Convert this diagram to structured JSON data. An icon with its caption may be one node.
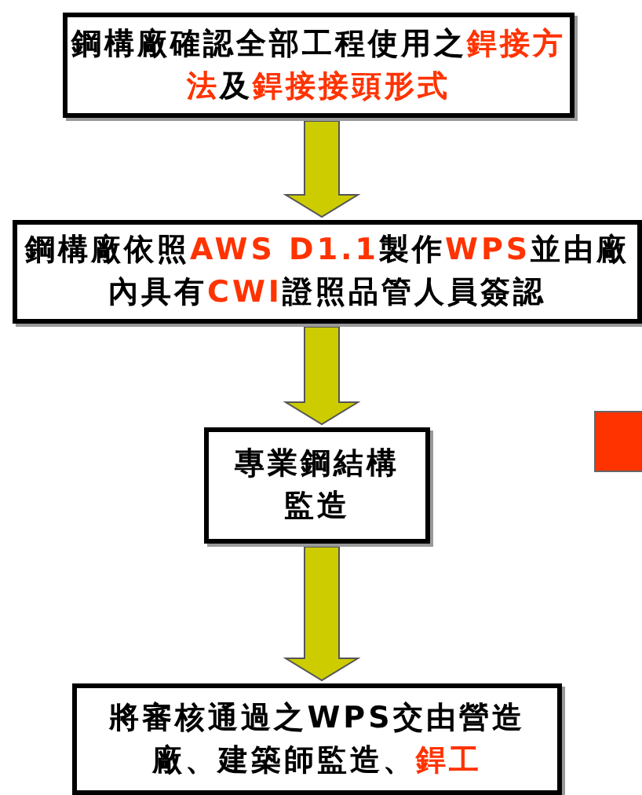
{
  "diagram": {
    "nodes": [
      {
        "text": [
          "鋼構廠確認全部工程使用之**銲接方法**及**銲接接頭形式**"
        ]
      },
      {
        "text": [
          "鋼構廠依照**AWS D1.1**製作**WPS**並由廠內具有**CWI**證照品管人員簽認"
        ]
      },
      {
        "text": [
          "專業鋼結構監造"
        ]
      },
      {
        "text": [
          "將審核通過之WPS交由營造廠、建築師監造、**銲工**"
        ]
      }
    ],
    "edges": [
      {
        "from": 0,
        "to": 1,
        "arrow": "to"
      },
      {
        "from": 1,
        "to": 2,
        "arrow": "to"
      },
      {
        "from": 2,
        "to": 3,
        "arrow": "to"
      }
    ]
  }
}
